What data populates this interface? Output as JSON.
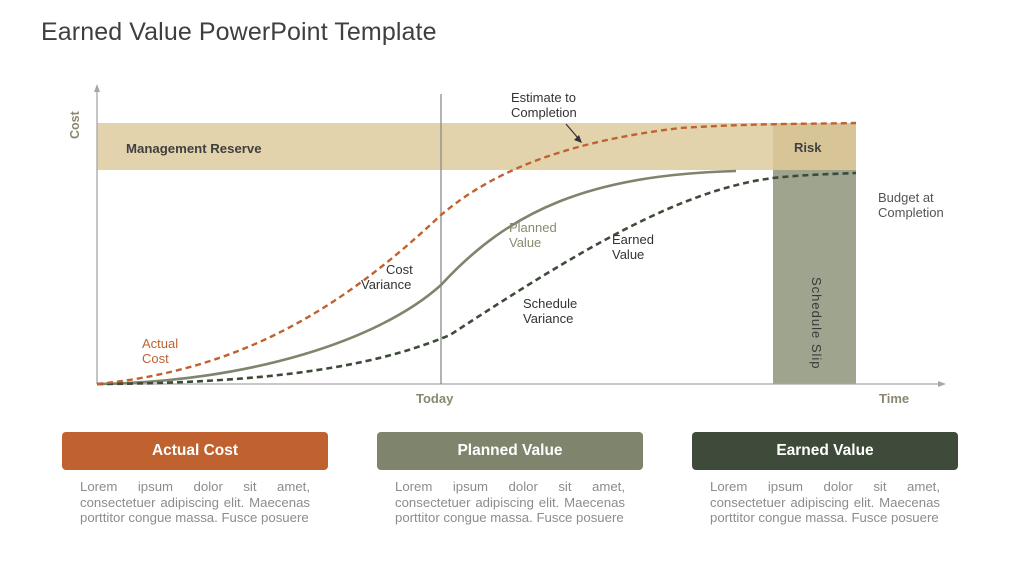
{
  "title": "Earned Value PowerPoint Template",
  "colors": {
    "actual_cost": "#C0622F",
    "planned_value": "#7F846D",
    "earned_value": "#3E4B3A",
    "management_reserve": "#E3D3AC",
    "risk": "#D8C597",
    "schedule_slip": "#9FA48E",
    "axis_label": "#8A8770"
  },
  "chart": {
    "y_axis_label": "Cost",
    "x_axis_label": "Time",
    "today_label": "Today",
    "band_label": "Management Reserve",
    "risk_label": "Risk",
    "slip_label": "Schedule Slip",
    "budget_label_1": "Budget at",
    "budget_label_2": "Completion",
    "etc_label_1": "Estimate to",
    "etc_label_2": "Completion",
    "actual_label_1": "Actual",
    "actual_label_2": "Cost",
    "planned_label_1": "Planned",
    "planned_label_2": "Value",
    "earned_label_1": "Earned",
    "earned_label_2": "Value",
    "cost_var_label_1": "Cost",
    "cost_var_label_2": "Variance",
    "sched_var_label_1": "Schedule",
    "sched_var_label_2": "Variance"
  },
  "cards": [
    {
      "title": "Actual Cost",
      "text": "Lorem ipsum dolor sit amet, consectetuer adipiscing elit. Maecenas porttitor congue massa. Fusce posuere"
    },
    {
      "title": "Planned Value",
      "text": "Lorem ipsum dolor sit amet, consectetuer adipiscing elit. Maecenas porttitor congue massa. Fusce posuere"
    },
    {
      "title": "Earned Value",
      "text": "Lorem ipsum dolor sit amet, consectetuer adipiscing elit. Maecenas porttitor congue massa. Fusce posuere"
    }
  ]
}
